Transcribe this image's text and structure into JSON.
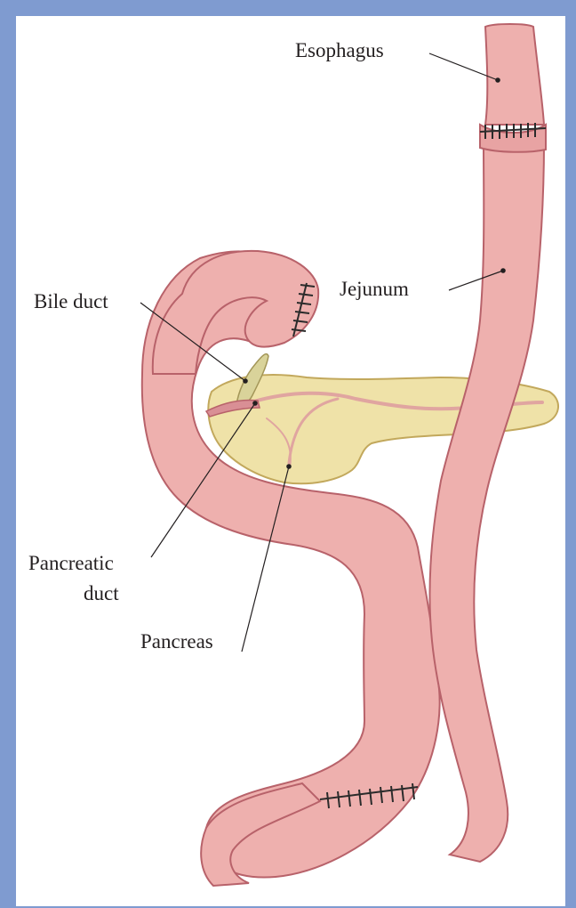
{
  "labels": {
    "esophagus": "Esophagus",
    "jejunum": "Jejunum",
    "bile_duct": "Bile duct",
    "pancreatic_duct_line1": "Pancreatic",
    "pancreatic_duct_line2": "duct",
    "pancreas": "Pancreas"
  },
  "colors": {
    "frame": "#7f9bd0",
    "intestine_fill": "#eeb0ae",
    "intestine_outline": "#b8626a",
    "pancreas_fill": "#efe2a8",
    "pancreas_outline": "#c2a85c",
    "duct": "#e0a5a0",
    "staples": "#2b2b2b"
  }
}
